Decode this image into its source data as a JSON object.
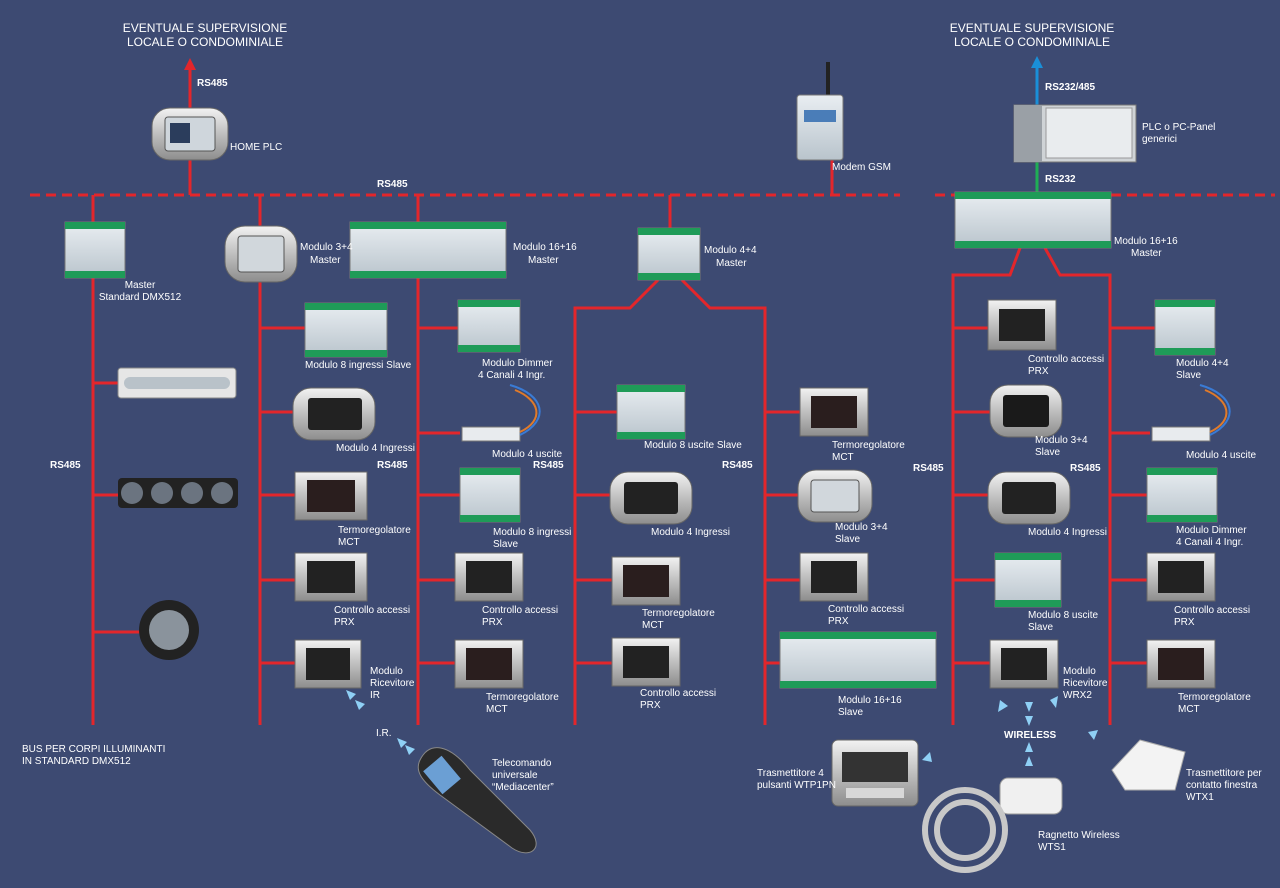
{
  "supervision": {
    "left": [
      "EVENTUALE SUPERVISIONE",
      "LOCALE O CONDOMINIALE"
    ],
    "right": [
      "EVENTUALE SUPERVISIONE",
      "LOCALE O CONDOMINIALE"
    ]
  },
  "protocols": {
    "rs485_top": "RS485",
    "rs485_main": "RS485",
    "rs232_485": "RS232/485",
    "rs232": "RS232",
    "rs485_c1": "RS485",
    "rs485_c2": "RS485",
    "rs485_c3": "RS485",
    "rs485_c4": "RS485",
    "rs485_c5": "RS485",
    "rs485_c6": "RS485",
    "wireless": "WIRELESS",
    "ir": "I.R."
  },
  "devices": {
    "home_plc": "HOME PLC",
    "modem_gsm": "Modem GSM",
    "plc_panel": [
      "PLC o PC-Panel",
      "generici"
    ],
    "master_dmx": [
      "Master",
      "Standard DMX512"
    ],
    "mod34_master": [
      "Modulo 3+4",
      "Master"
    ],
    "mod1616_master": [
      "Modulo 16+16",
      "Master"
    ],
    "mod44_master": [
      "Modulo 4+4",
      "Master"
    ],
    "mod1616_master_r": [
      "Modulo 16+16",
      "Master"
    ],
    "mod8in_slave": "Modulo 8 ingressi Slave",
    "mod4in_a": "Modulo 4 Ingressi",
    "termo_a": [
      "Termoregolatore",
      "MCT"
    ],
    "prx_a": [
      "Controllo accessi",
      "PRX"
    ],
    "ir_rx": [
      "Modulo",
      "Ricevitore",
      "IR"
    ],
    "dimmer_a": [
      "Modulo Dimmer",
      "4 Canali 4 Ingr."
    ],
    "out4_a": "Modulo 4 uscite",
    "mod8in_slave_b": [
      "Modulo 8 ingressi",
      "Slave"
    ],
    "prx_b": [
      "Controllo accessi",
      "PRX"
    ],
    "termo_b": [
      "Termoregolatore",
      "MCT"
    ],
    "mod8out_slave": "Modulo 8 uscite Slave",
    "mod4in_b": "Modulo 4 Ingressi",
    "termo_c": [
      "Termoregolatore",
      "MCT"
    ],
    "prx_c": [
      "Controllo accessi",
      "PRX"
    ],
    "termo_d": [
      "Termoregolatore",
      "MCT"
    ],
    "mod34_slave": [
      "Modulo 3+4",
      "Slave"
    ],
    "prx_d": [
      "Controllo accessi",
      "PRX"
    ],
    "mod1616_slave": [
      "Modulo 16+16",
      "Slave"
    ],
    "prx_e": [
      "Controllo accessi",
      "PRX"
    ],
    "mod34_slave_r": [
      "Modulo 3+4",
      "Slave"
    ],
    "mod4in_c": "Modulo 4 Ingressi",
    "mod8out_slave_r": [
      "Modulo 8 uscite",
      "Slave"
    ],
    "wrx2": [
      "Modulo",
      "Ricevitore",
      "WRX2"
    ],
    "mod44_slave": [
      "Modulo 4+4",
      "Slave"
    ],
    "out4_b": "Modulo 4 uscite",
    "dimmer_b": [
      "Modulo Dimmer",
      "4 Canali 4 Ingr."
    ],
    "prx_f": [
      "Controllo accessi",
      "PRX"
    ],
    "termo_e": [
      "Termoregolatore",
      "MCT"
    ],
    "remote": [
      "Telecomando",
      "universale",
      "“Mediacenter”"
    ],
    "wtp1pn": [
      "Trasmettitore 4",
      "pulsanti WTP1PN"
    ],
    "wts1": [
      "Ragnetto Wireless",
      "WTS1"
    ],
    "wtx1": [
      "Trasmettitore per",
      "contatto finestra",
      "WTX1"
    ]
  },
  "bus_note": [
    "BUS PER CORPI ILLUMINANTI",
    "IN STANDARD DMX512"
  ]
}
